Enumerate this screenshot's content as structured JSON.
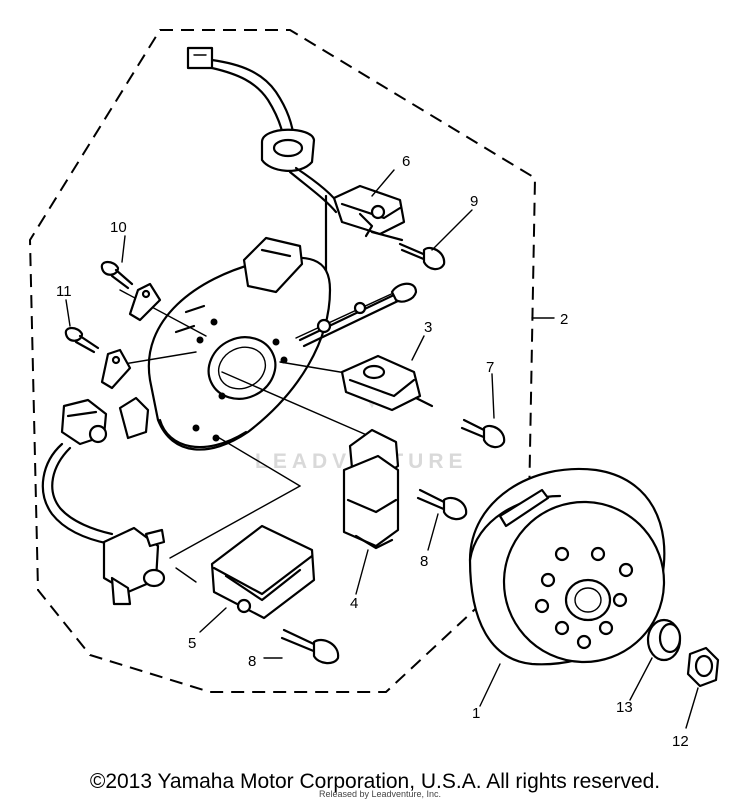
{
  "diagram": {
    "callouts": {
      "c1": "1",
      "c2": "2",
      "c3": "3",
      "c4": "4",
      "c5": "5",
      "c6": "6",
      "c7": "7",
      "c8a": "8",
      "c8b": "8",
      "c9": "9",
      "c10": "10",
      "c11": "11",
      "c12": "12",
      "c13": "13"
    },
    "watermark": "LEADVENTURE"
  },
  "footer": {
    "copyright": "©2013 Yamaha Motor Corporation, U.S.A. All rights reserved.",
    "released": "Released by Leadventure, Inc."
  }
}
